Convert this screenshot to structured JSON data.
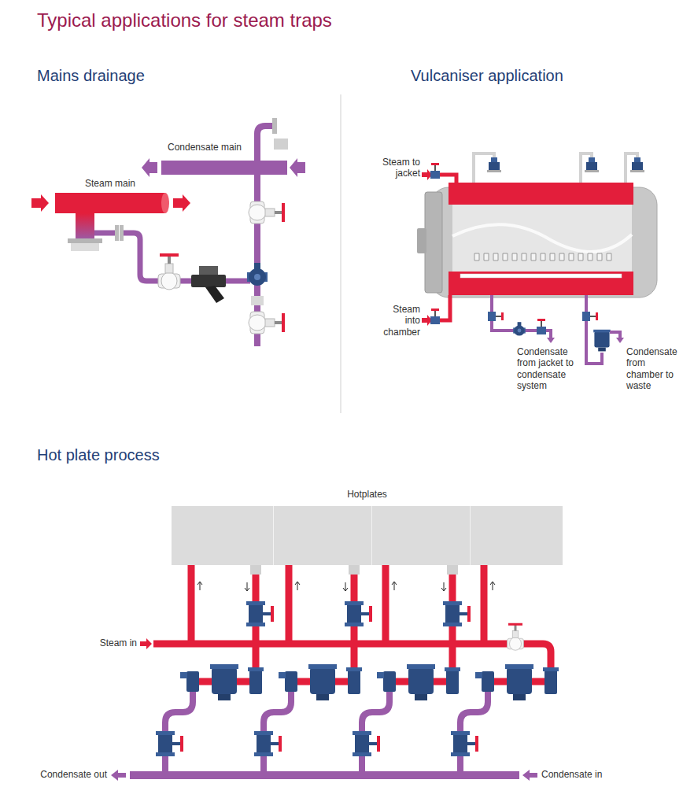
{
  "diagram": {
    "title": "Typical applications for steam traps",
    "nodes": [
      {
        "text": [
          "Hotplates"
        ]
      }
    ],
    "labels": [
      "Mains drainage",
      "Condensate main",
      "Steam main",
      "Vulcaniser application",
      "Steam to jacket",
      "Steam into chamber",
      "Condensate from jacket to condensate system",
      "Condensate from chamber to waste",
      "Hot plate process",
      "Steam in",
      "Condensate out",
      "Condensate in"
    ]
  }
}
